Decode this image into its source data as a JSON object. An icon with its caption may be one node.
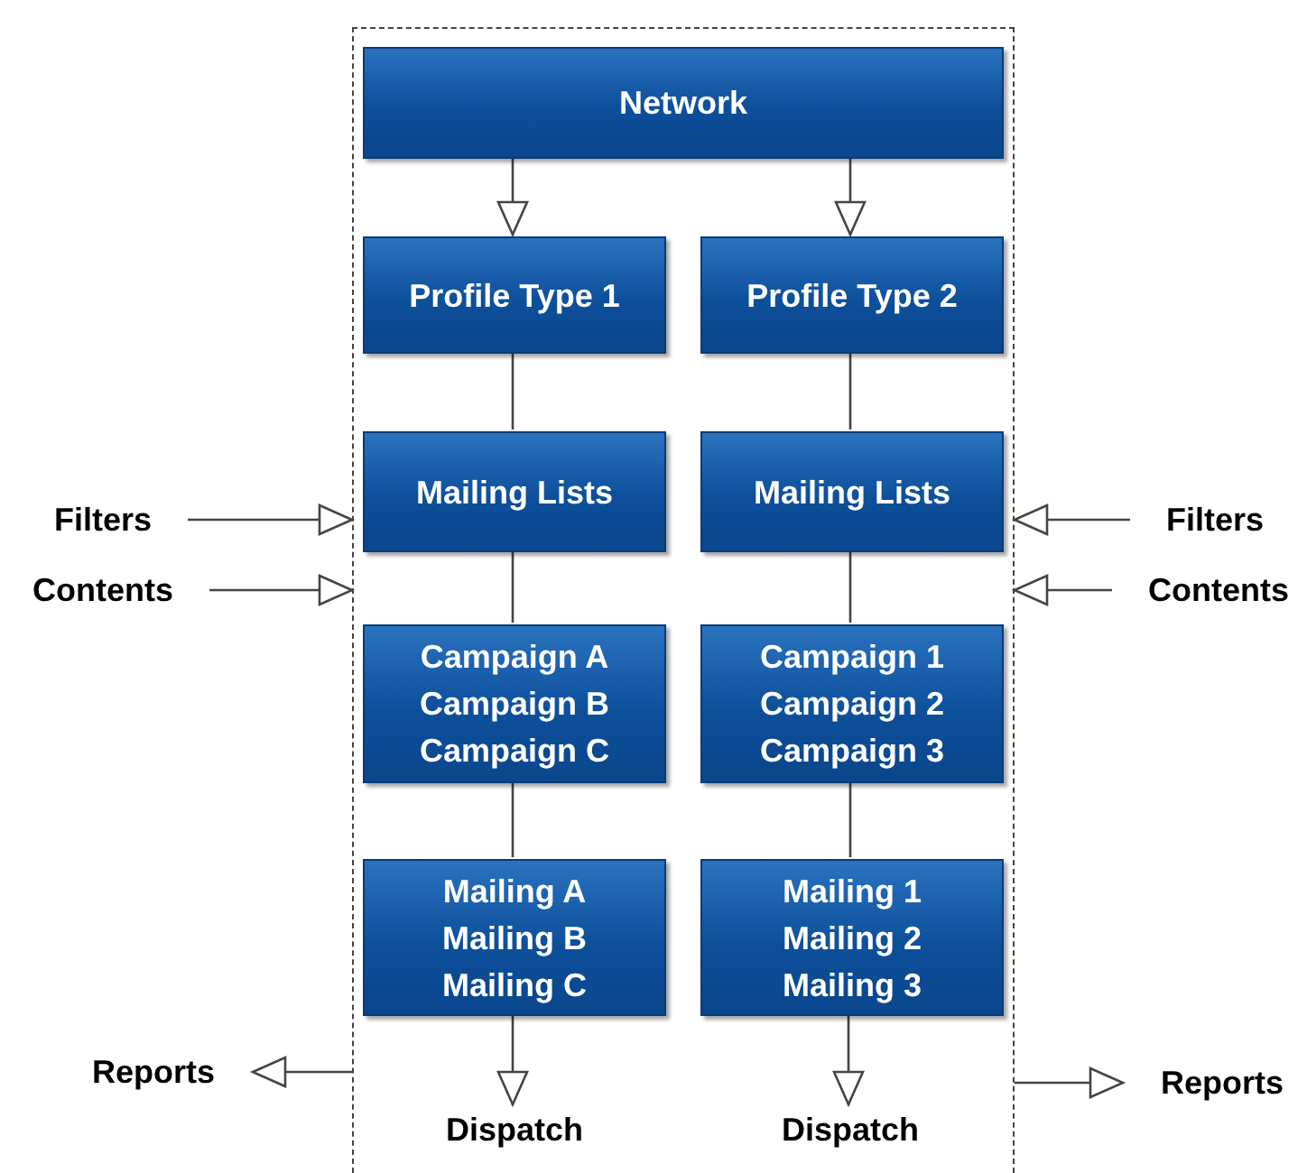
{
  "diagram": {
    "nodes": [
      {
        "text": [],
        "shape": "box"
      },
      {
        "text": [
          "Network"
        ],
        "in": 0
      },
      {
        "text": [
          "Profile Type 1"
        ],
        "in": 0
      },
      {
        "text": [
          "Profile Type 2"
        ],
        "in": 0
      },
      {
        "text": [
          "Mailing Lists"
        ],
        "in": 0
      },
      {
        "text": [
          "Mailing Lists"
        ],
        "in": 0
      },
      {
        "text": [
          "Campaign A",
          "Campaign B",
          "Campaign C"
        ],
        "in": 0
      },
      {
        "text": [
          "Campaign 1",
          "Campaign 2",
          "Campaign 3"
        ],
        "in": 0
      },
      {
        "text": [
          "Mailing A",
          "Mailing B",
          "Mailing C"
        ],
        "in": 0
      },
      {
        "text": [
          "Mailing 1",
          "Mailing 2",
          "Mailing 3"
        ],
        "in": 0
      },
      {
        "text": [
          "Dispatch"
        ],
        "in": 0
      },
      {
        "text": [
          "Dispatch"
        ],
        "in": 0
      },
      {
        "text": [
          "Filters"
        ]
      },
      {
        "text": [
          "Contents"
        ]
      },
      {
        "text": [
          "Filters"
        ]
      },
      {
        "text": [
          "Contents"
        ]
      },
      {
        "text": [
          "Reports"
        ]
      },
      {
        "text": [
          "Reports"
        ]
      }
    ],
    "edges": [
      {
        "from": 1,
        "to": 2,
        "arrow": "to"
      },
      {
        "from": 1,
        "to": 3,
        "arrow": "to"
      },
      {
        "from": 2,
        "to": 4,
        "arrow": "none"
      },
      {
        "from": 3,
        "to": 5,
        "arrow": "none"
      },
      {
        "from": 4,
        "to": 6,
        "arrow": "none"
      },
      {
        "from": 5,
        "to": 7,
        "arrow": "none"
      },
      {
        "from": 6,
        "to": 8,
        "arrow": "none"
      },
      {
        "from": 7,
        "to": 9,
        "arrow": "none"
      },
      {
        "from": 8,
        "to": 10,
        "arrow": "to"
      },
      {
        "from": 9,
        "to": 11,
        "arrow": "to"
      },
      {
        "from": 12,
        "to": 0,
        "arrow": "to"
      },
      {
        "from": 13,
        "to": 0,
        "arrow": "to"
      },
      {
        "from": 14,
        "to": 0,
        "arrow": "to"
      },
      {
        "from": 15,
        "to": 0,
        "arrow": "to"
      },
      {
        "from": 0,
        "to": 16,
        "arrow": "to"
      },
      {
        "from": 0,
        "to": 17,
        "arrow": "to"
      }
    ]
  }
}
